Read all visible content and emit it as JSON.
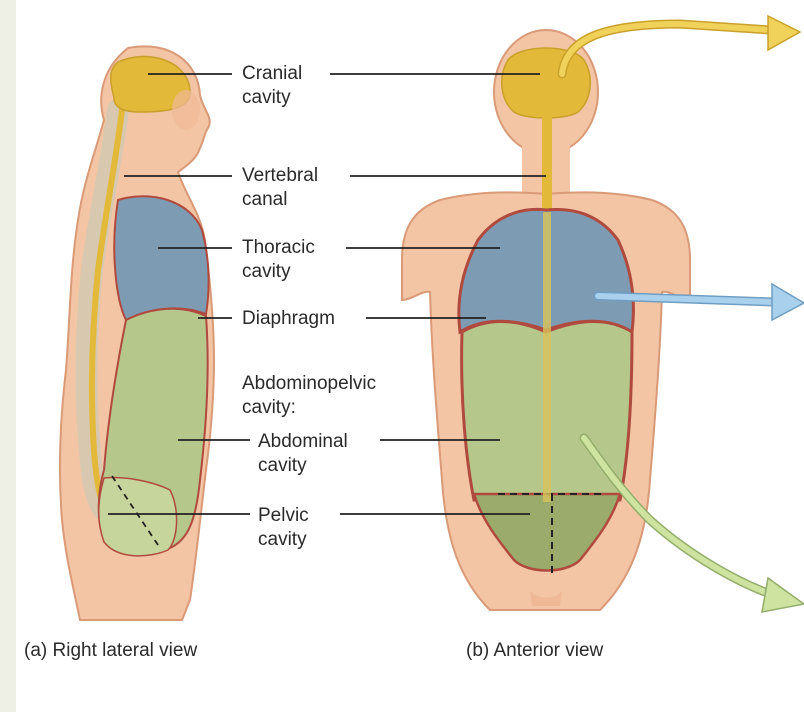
{
  "labels": {
    "cranial_1": "Cranial",
    "cranial_2": "cavity",
    "vertebral_1": "Vertebral",
    "vertebral_2": "canal",
    "thoracic_1": "Thoracic",
    "thoracic_2": "cavity",
    "diaphragm": "Diaphragm",
    "abdominopelvic_1": "Abdominopelvic",
    "abdominopelvic_2": "cavity:",
    "abdominal_1": "Abdominal",
    "abdominal_2": "cavity",
    "pelvic_1": "Pelvic",
    "pelvic_2": "cavity"
  },
  "captions": {
    "lateral": "(a) Right lateral view",
    "anterior": "(b) Anterior view"
  },
  "colors": {
    "skin": "#f3c5a5",
    "skin_edge": "#d99a78",
    "cranial": "#e3b93a",
    "thoracic": "#7d9cb3",
    "abdominal": "#b5c78a",
    "pelvic": "#9aab6b",
    "arrow_yellow": "#f0d25a",
    "arrow_blue": "#a9d0ec",
    "arrow_green": "#cfe3a0",
    "leader": "#222222"
  }
}
